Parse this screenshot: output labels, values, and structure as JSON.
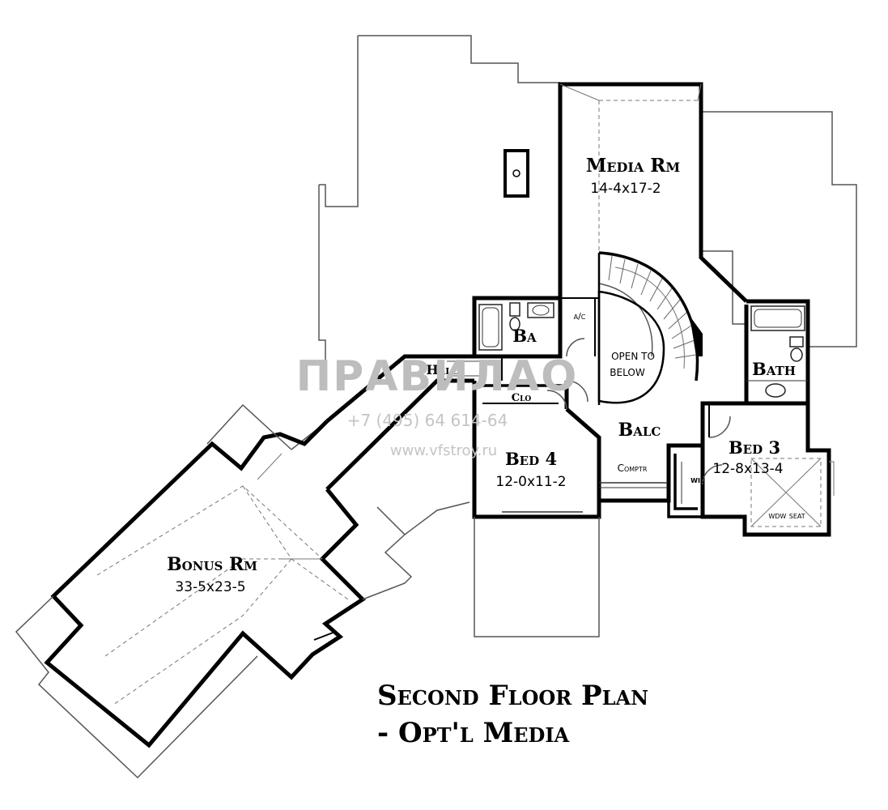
{
  "rooms": {
    "media": {
      "name": "Media Rm",
      "dims": "14-4x17-2"
    },
    "ba": {
      "name": "Ba"
    },
    "ac": {
      "name": "a/c"
    },
    "open_below": {
      "line1": "OPEN TO",
      "line2": "BELOW"
    },
    "bath": {
      "name": "Bath"
    },
    "hall": {
      "name": "Hall"
    },
    "clo": {
      "name": "Clo"
    },
    "balc": {
      "name": "Balc"
    },
    "bed4": {
      "name": "Bed 4",
      "dims": "12-0x11-2"
    },
    "comptr": {
      "name": "Comptr"
    },
    "bed3": {
      "name": "Bed 3",
      "dims": "12-8x13-4"
    },
    "wic": {
      "name": "wic"
    },
    "wdw_seat": {
      "name": "wdw seat"
    },
    "bonus": {
      "name": "Bonus Rm",
      "dims": "33-5x23-5"
    }
  },
  "title": {
    "line1": "Second Floor Plan",
    "line2": "- Opt'l Media"
  },
  "watermark": {
    "logo": "ПРАВИЛАО",
    "phone": "+7 (495) 64 614-64",
    "url": "www.vfstroy.ru"
  }
}
